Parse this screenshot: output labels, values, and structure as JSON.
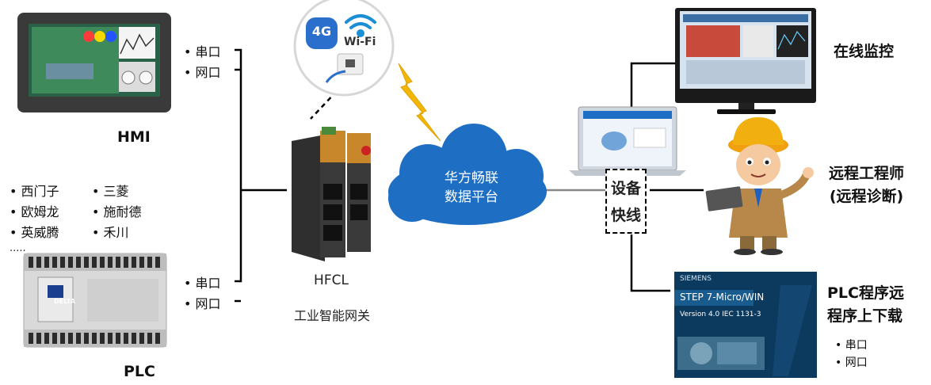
{
  "hmi": {
    "label": "HMI",
    "ports": [
      "• 串口",
      "• 网口"
    ]
  },
  "plc": {
    "label": "PLC",
    "brands_left": [
      "• 西门子",
      "• 欧姆龙",
      "• 英威腾"
    ],
    "brands_right": [
      "• 三菱",
      "• 施耐德",
      "• 禾川"
    ],
    "more": ".....",
    "ports": [
      "• 串口",
      "• 网口"
    ],
    "device_brand": "DELTA"
  },
  "gateway": {
    "name": "HFCL",
    "desc": "工业智能网关"
  },
  "wireless": {
    "badge_4g": "4G",
    "wifi": "Wi-Fi"
  },
  "cloud": {
    "line1": "华方畅联",
    "line2": "数据平台"
  },
  "quick": {
    "line1": "设备",
    "line2": "快线"
  },
  "right": {
    "monitor_label": "在线监控",
    "engineer_line1": "远程工程师",
    "engineer_line2": "(远程诊断)",
    "plc_prog_line1": "PLC程序远",
    "plc_prog_line2": "程序上下载",
    "ports": [
      "• 串口",
      "• 网口"
    ]
  },
  "step7": {
    "brand": "SIEMENS",
    "title": "STEP 7-Micro/WIN",
    "version": "Version 4.0  IEC 1131-3"
  },
  "colors": {
    "cloud": "#1e6fc4",
    "line": "#000000",
    "lightning": "#f2b705",
    "gateway_orange": "#c8872b"
  }
}
